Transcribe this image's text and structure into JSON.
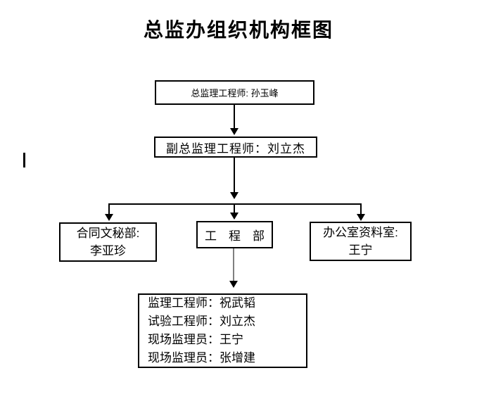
{
  "title": "总监办组织机构框图",
  "diagram": {
    "type": "org-chart",
    "nodes": {
      "chief": {
        "label": "总监理工程师: 孙玉峰"
      },
      "deputy": {
        "label": "副总监理工程师：刘立杰"
      },
      "contract": {
        "line1": "合同文秘部:",
        "line2": "李亚珍"
      },
      "engineering": {
        "label": "工　程　部"
      },
      "office": {
        "line1": "办公室资料室:",
        "line2": "王宁"
      },
      "staff": {
        "lines": [
          "监理工程师：祝武韬",
          "试验工程师：刘立杰",
          "现场监理员：王宁",
          "现场监理员：张增建"
        ]
      }
    },
    "edges": [
      "chief->deputy",
      "deputy->contract",
      "deputy->engineering",
      "deputy->office",
      "engineering->staff"
    ],
    "colors": {
      "line": "#000000",
      "secondary_line": "#808080",
      "background": "#ffffff",
      "text": "#000000"
    }
  }
}
